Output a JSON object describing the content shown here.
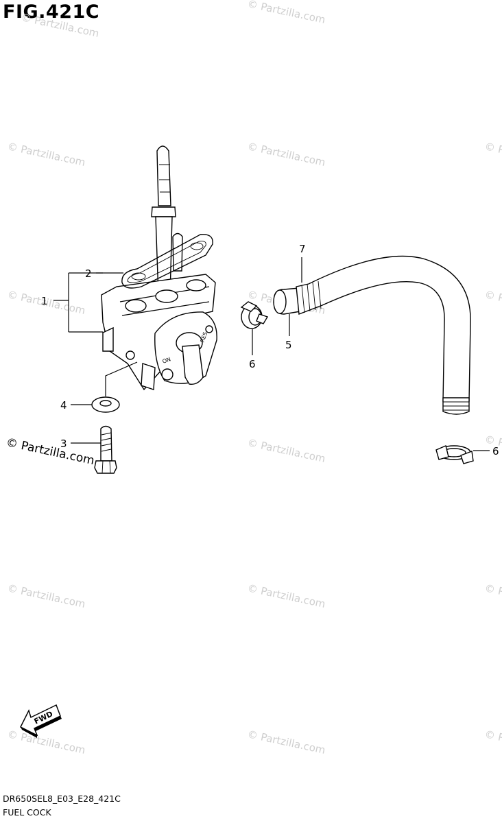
{
  "figure": {
    "title": "FIG.421C",
    "model_code": "DR650SEL8_E03_E28_421C",
    "section_name": "FUEL COCK"
  },
  "watermarks": {
    "text": "© Partzilla.com",
    "prominent_text": "© Partzilla.com"
  },
  "callouts": [
    {
      "id": "c1",
      "label": "1"
    },
    {
      "id": "c2",
      "label": "2"
    },
    {
      "id": "c3",
      "label": "3"
    },
    {
      "id": "c4",
      "label": "4"
    },
    {
      "id": "c5",
      "label": "5"
    },
    {
      "id": "c6a",
      "label": "6"
    },
    {
      "id": "c6b",
      "label": "6"
    },
    {
      "id": "c7",
      "label": "7"
    }
  ],
  "markings": {
    "fwd_arrow": "FWD",
    "valve_on": "ON",
    "valve_res": "RES"
  }
}
